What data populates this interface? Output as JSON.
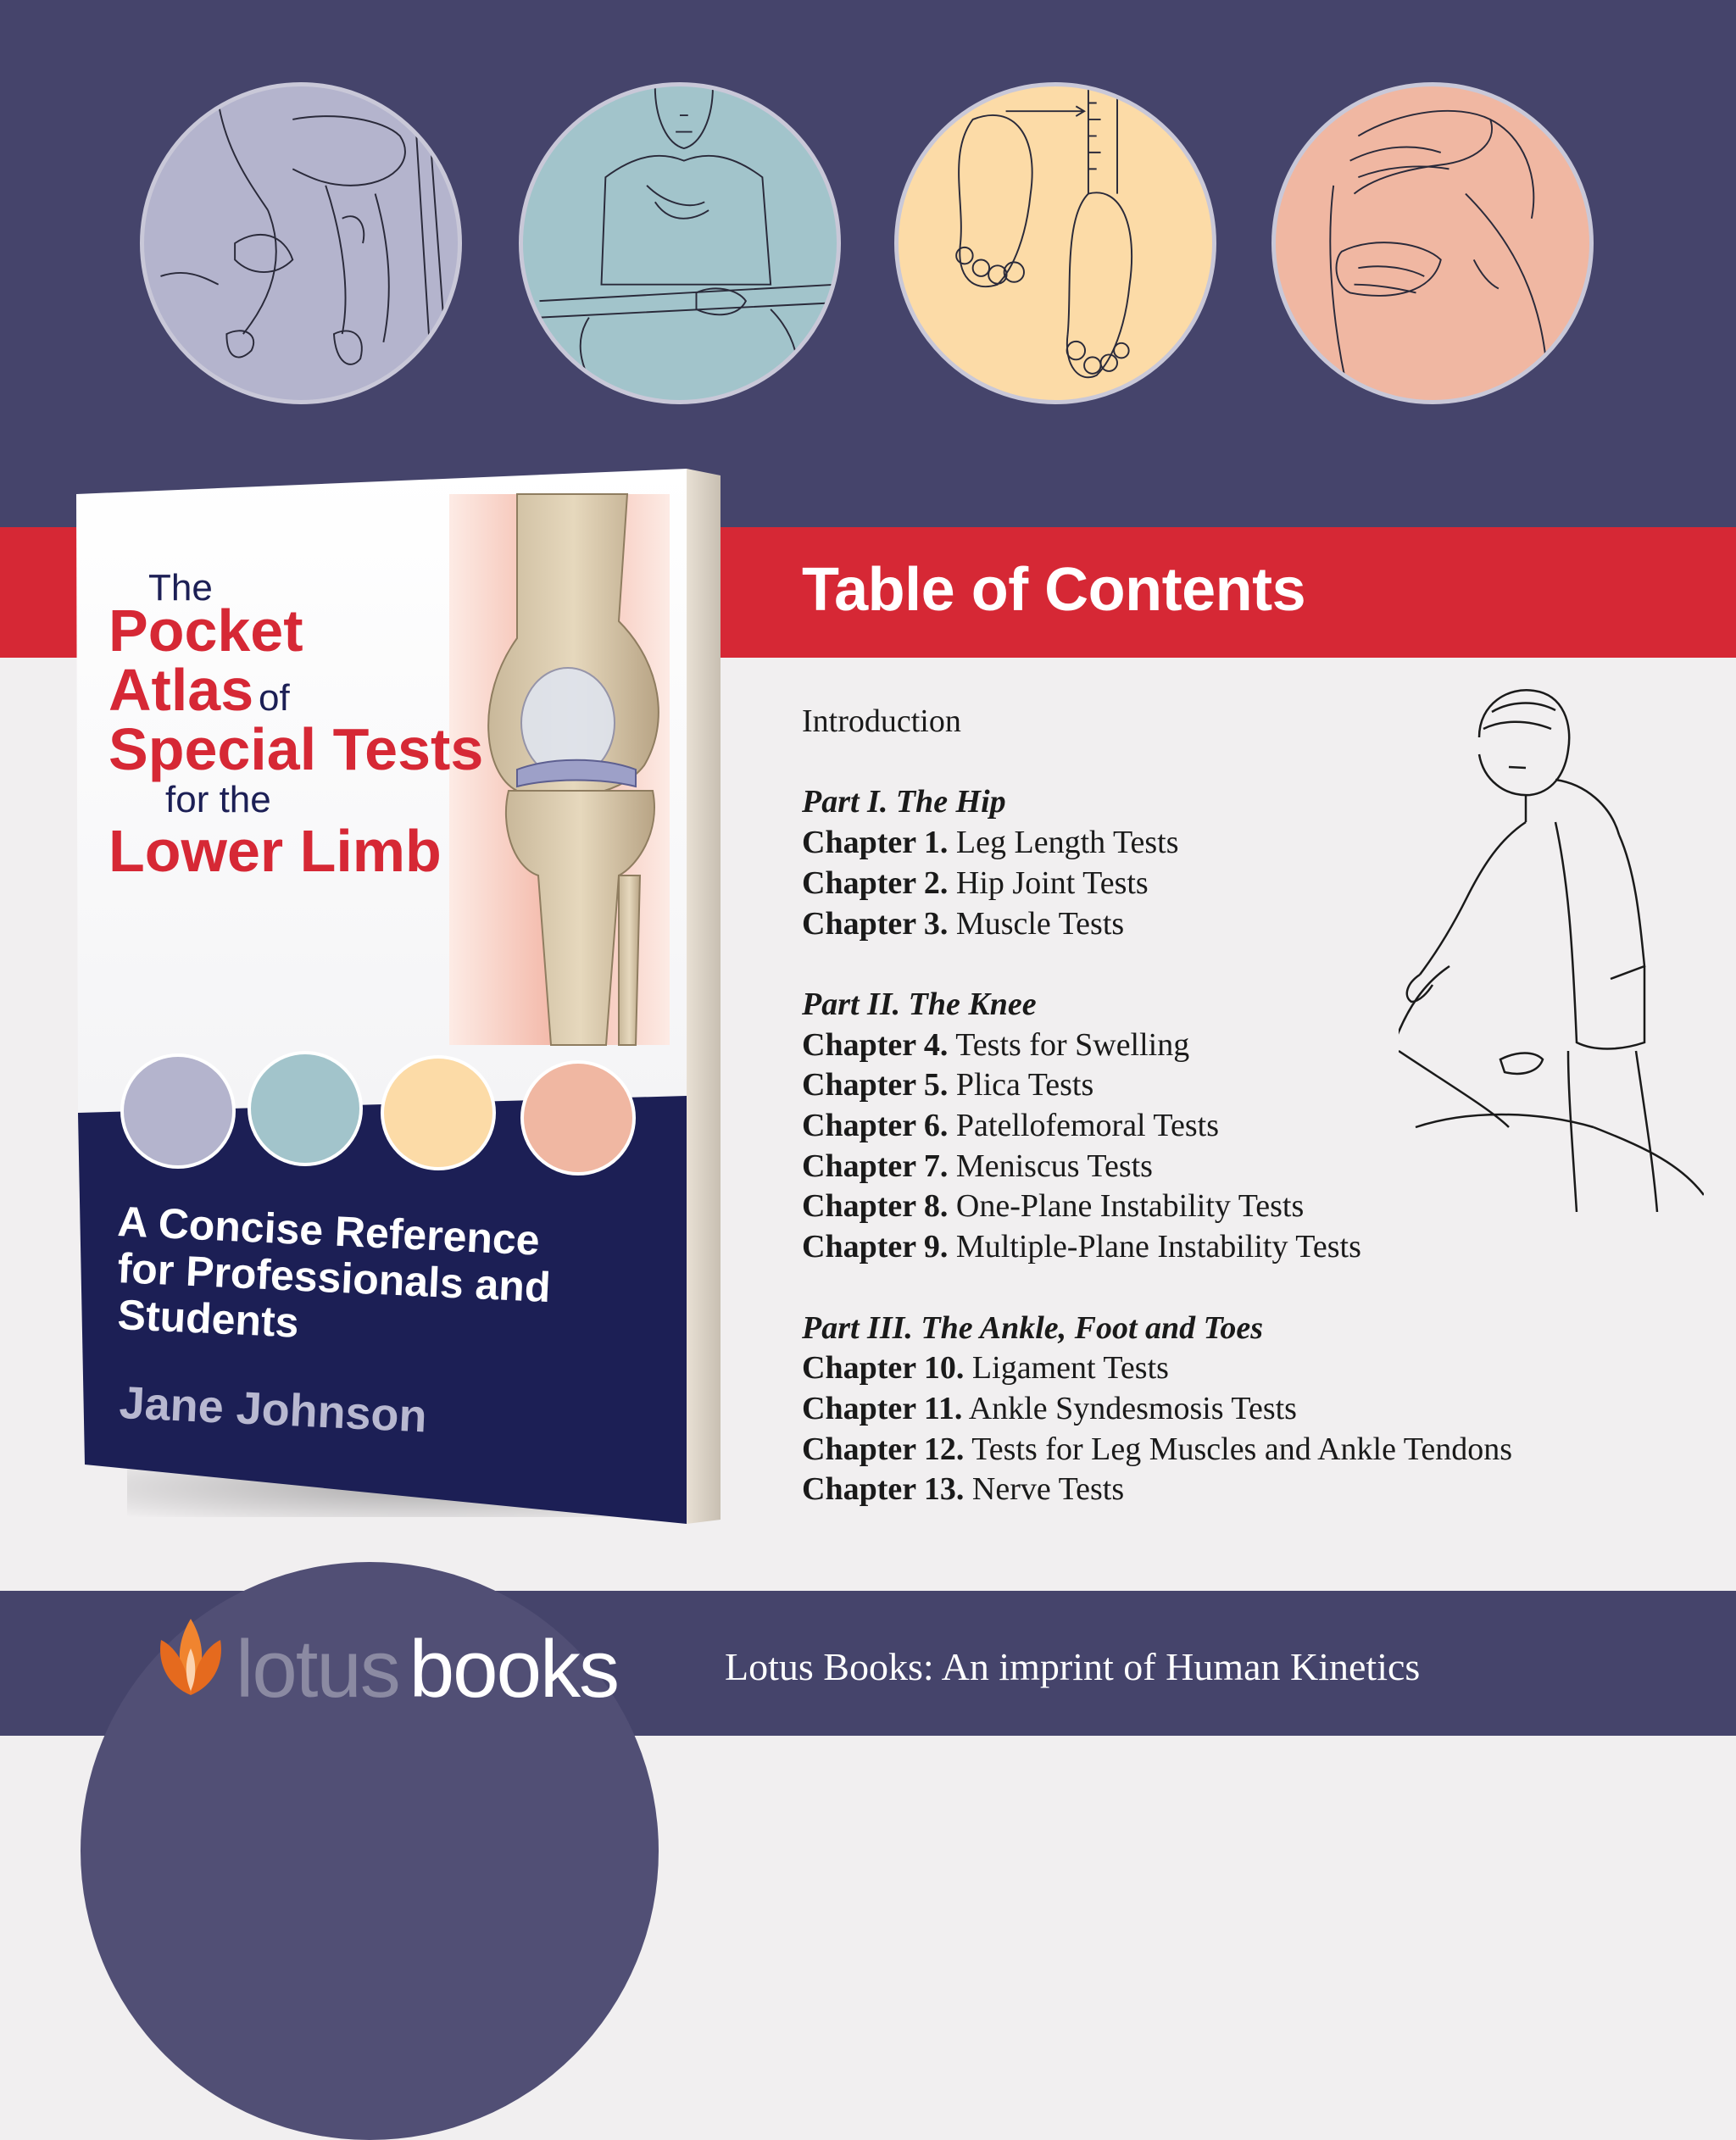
{
  "colors": {
    "navy": "#45446b",
    "red": "#d62835",
    "background": "#f1eff0",
    "lavender": "#b4b4cd",
    "teal": "#a2c4cb",
    "peach": "#fcdba7",
    "salmon": "#f0b7a2",
    "cover_navy": "#1c1f55",
    "logo_orange": "#f0842f"
  },
  "illustrations": [
    "leg-exam-illustration",
    "seated-exam-illustration",
    "foot-measure-illustration",
    "hand-on-leg-illustration"
  ],
  "book": {
    "title_the": "The",
    "title_pocket": "Pocket",
    "title_atlas": "Atlas",
    "title_of": "of",
    "title_special": "Special Tests",
    "title_for": "for the",
    "title_lower": "Lower Limb",
    "subtitle_line1": "A Concise Reference",
    "subtitle_line2": "for Professionals and",
    "subtitle_line3": "Students",
    "author": "Jane Johnson"
  },
  "toc": {
    "title": "Table of Contents",
    "intro": "Introduction",
    "part1": "Part I. The Hip",
    "part1_chapters": [
      {
        "num": "Chapter 1.",
        "title": "Leg Length Tests"
      },
      {
        "num": "Chapter 2.",
        "title": "Hip Joint Tests"
      },
      {
        "num": "Chapter 3.",
        "title": "Muscle Tests"
      }
    ],
    "part2": "Part II. The Knee",
    "part2_chapters": [
      {
        "num": "Chapter 4.",
        "title": "Tests for Swelling"
      },
      {
        "num": "Chapter 5.",
        "title": "Plica Tests"
      },
      {
        "num": "Chapter 6.",
        "title": "Patellofemoral Tests"
      },
      {
        "num": "Chapter 7.",
        "title": "Meniscus Tests"
      },
      {
        "num": "Chapter 8.",
        "title": "One-Plane Instability Tests"
      },
      {
        "num": "Chapter 9.",
        "title": "Multiple-Plane Instability Tests"
      }
    ],
    "part3": "Part III. The Ankle, Foot and Toes",
    "part3_chapters": [
      {
        "num": "Chapter 10.",
        "title": "Ligament Tests"
      },
      {
        "num": "Chapter 11.",
        "title": "Ankle Syndesmosis Tests"
      },
      {
        "num": "Chapter 12.",
        "title": "Tests for Leg Muscles and Ankle Tendons"
      },
      {
        "num": "Chapter 13.",
        "title": "Nerve Tests"
      }
    ]
  },
  "footer": {
    "logo_word1": "lotus",
    "logo_word2": "books",
    "imprint": "Lotus Books: An imprint of Human Kinetics"
  }
}
